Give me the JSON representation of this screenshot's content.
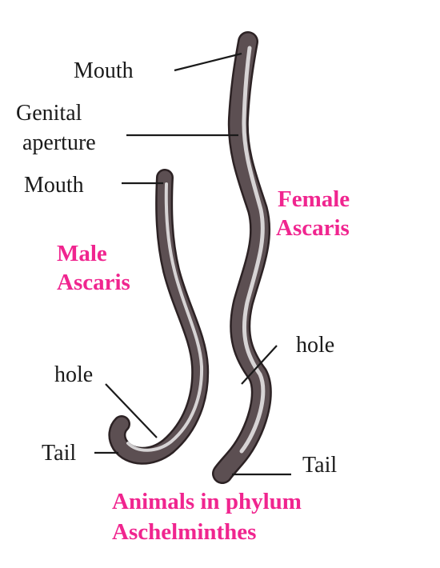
{
  "colors": {
    "pink": "#f0258f",
    "worm_body": "#5c4f52",
    "worm_edge": "#2c2224",
    "worm_highlight": "#ecebec",
    "leader_line": "#1a1a1a"
  },
  "female": {
    "name_line1": "Female",
    "name_line2": "Ascaris",
    "mouth": "Mouth",
    "genital_line1": "Genital",
    "genital_line2": "aperture",
    "hole": "hole",
    "tail": "Tail"
  },
  "male": {
    "name_line1": "Male",
    "name_line2": "Ascaris",
    "mouth": "Mouth",
    "hole": "hole",
    "tail": "Tail"
  },
  "caption": {
    "line1": "Animals in phylum",
    "line2": "Aschelminthes"
  }
}
